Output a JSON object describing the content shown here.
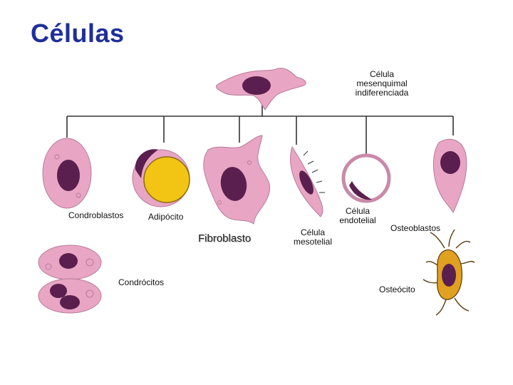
{
  "title": "Células",
  "labels": {
    "mesenchymal": "Célula\nmesenquimal\nindiferenciada",
    "chondroblasts": "Condroblastos",
    "adipocyte": "Adipócito",
    "fibroblast": "Fibroblasto",
    "mesothelial": "Célula\nmesotelial",
    "endothelial": "Célula\nendotelial",
    "osteoblasts": "Osteoblastos",
    "chondrocytes": "Condrócitos",
    "osteocyte": "Osteócito"
  },
  "colors": {
    "title": "#1f2f9a",
    "cytoplasm": "#e8a6c4",
    "nucleus": "#5a1f4e",
    "fat": "#f2c515",
    "osteocyte": "#e0a020",
    "lines": "#333333"
  }
}
